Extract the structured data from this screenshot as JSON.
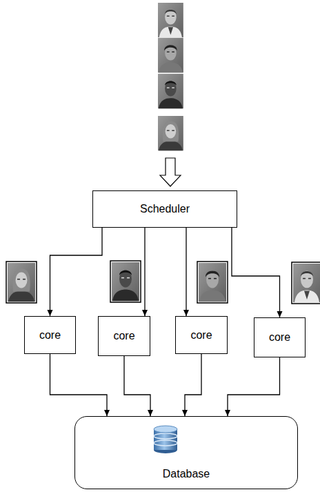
{
  "diagram": {
    "nodes": [
      {
        "text": [
          "Scheduler"
        ]
      },
      {
        "text": [
          "core"
        ]
      },
      {
        "text": [
          "core"
        ]
      },
      {
        "text": [
          "core"
        ]
      },
      {
        "text": [
          "core"
        ]
      },
      {
        "text": [
          "Database"
        ]
      }
    ],
    "edges": [
      {
        "from": 0,
        "to": 1,
        "arrow": "to"
      },
      {
        "from": 0,
        "to": 2,
        "arrow": "to"
      },
      {
        "from": 0,
        "to": 3,
        "arrow": "to"
      },
      {
        "from": 0,
        "to": 4,
        "arrow": "to"
      },
      {
        "from": 1,
        "to": 5,
        "arrow": "to"
      },
      {
        "from": 2,
        "to": 5,
        "arrow": "to"
      },
      {
        "from": 3,
        "to": 5,
        "arrow": "to"
      },
      {
        "from": 4,
        "to": 5,
        "arrow": "to"
      }
    ]
  }
}
